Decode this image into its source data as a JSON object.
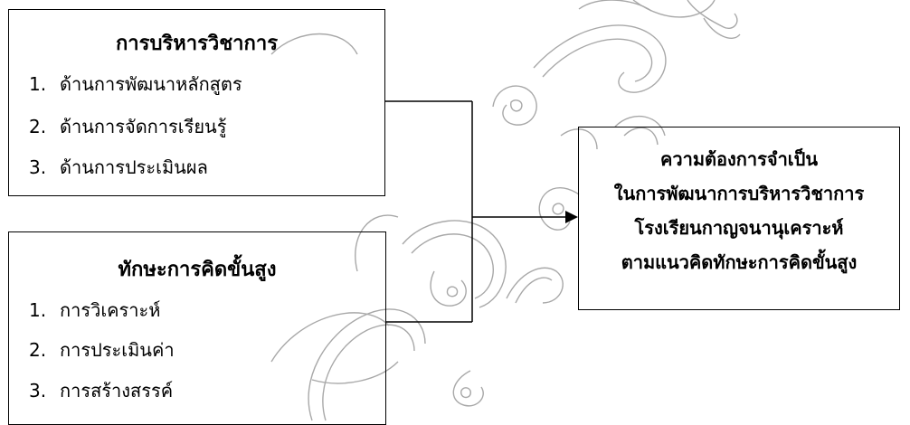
{
  "academic_box": {
    "title": "การบริหารวิชาการ",
    "items": [
      {
        "num": "1.",
        "text": "ด้านการพัฒนาหลักสูตร"
      },
      {
        "num": "2.",
        "text": "ด้านการจัดการเรียนรู้"
      },
      {
        "num": "3.",
        "text": "ด้านการประเมินผล"
      }
    ]
  },
  "thinking_box": {
    "title": "ทักษะการคิดขั้นสูง",
    "items": [
      {
        "num": "1.",
        "text": "การวิเคราะห์"
      },
      {
        "num": "2.",
        "text": "การประเมินค่า"
      },
      {
        "num": "3.",
        "text": "การสร้างสรรค์"
      }
    ]
  },
  "result_box": {
    "lines": [
      "ความต้องการจำเป็น",
      "ในการพัฒนาการบริหารวิชาการ",
      "โรงเรียนกาญจนานุเคราะห์",
      "ตามแนวคิดทักษะการคิดขั้นสูง"
    ]
  },
  "watermark": {
    "stroke_color": "#9a9a9a",
    "style": "outlined Thai lettering watermark"
  }
}
